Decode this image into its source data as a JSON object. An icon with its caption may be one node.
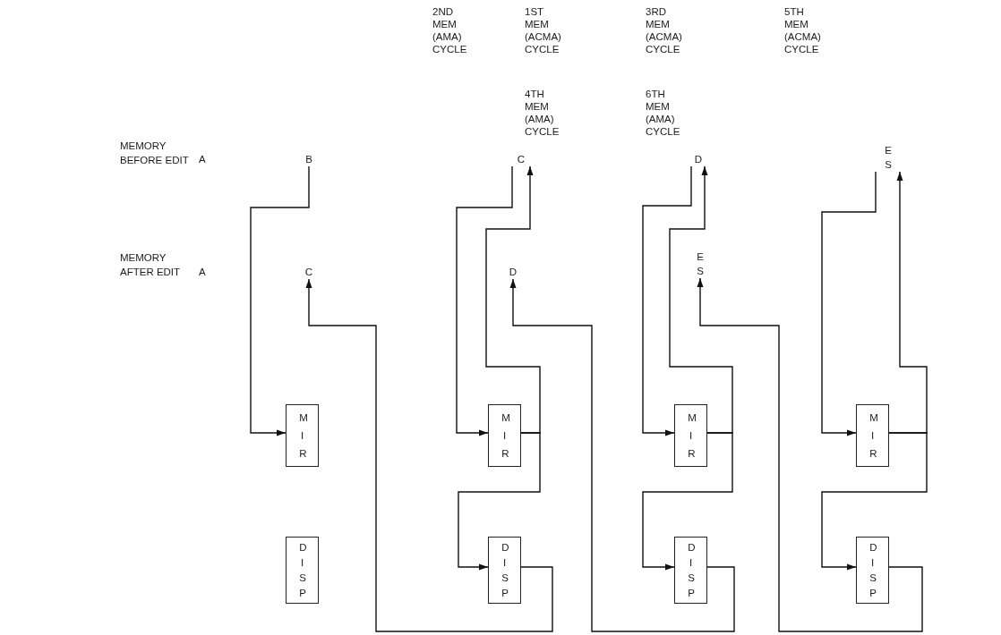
{
  "diagram": {
    "nodes": [
      {
        "text": [
          "B"
        ]
      },
      {
        "text": [
          "C"
        ]
      },
      {
        "text": [
          "D"
        ]
      },
      {
        "text": [
          "E S"
        ]
      },
      {
        "text": [
          "C"
        ]
      },
      {
        "text": [
          "D"
        ]
      },
      {
        "text": [
          "E S"
        ]
      },
      {
        "text": [
          "M I R"
        ]
      },
      {
        "text": [
          "D I S P"
        ]
      },
      {
        "text": [
          "M I R"
        ]
      },
      {
        "text": [
          "D I S P"
        ]
      },
      {
        "text": [
          "M I R"
        ]
      },
      {
        "text": [
          "D I S P"
        ]
      },
      {
        "text": [
          "M I R"
        ]
      },
      {
        "text": [
          "D I S P"
        ]
      }
    ],
    "edges": [
      {
        "from": 0,
        "to": 7,
        "arrow": "to"
      },
      {
        "from": 1,
        "to": 9,
        "arrow": "to"
      },
      {
        "from": 9,
        "to": 1,
        "arrow": "to"
      },
      {
        "from": 9,
        "to": 10,
        "arrow": "to"
      },
      {
        "from": 10,
        "to": 4,
        "arrow": "to"
      },
      {
        "from": 2,
        "to": 11,
        "arrow": "to"
      },
      {
        "from": 11,
        "to": 2,
        "arrow": "to"
      },
      {
        "from": 11,
        "to": 12,
        "arrow": "to"
      },
      {
        "from": 12,
        "to": 5,
        "arrow": "to"
      },
      {
        "from": 3,
        "to": 13,
        "arrow": "to"
      },
      {
        "from": 13,
        "to": 3,
        "arrow": "to"
      },
      {
        "from": 13,
        "to": 14,
        "arrow": "to"
      },
      {
        "from": 14,
        "to": 6,
        "arrow": "to"
      }
    ],
    "labels": [
      "2ND MEM (AMA) CYCLE",
      "1ST MEM (ACMA) CYCLE",
      "3RD MEM (ACMA) CYCLE",
      "5TH MEM (ACMA) CYCLE",
      "4TH MEM (AMA) CYCLE",
      "6TH MEM (AMA) CYCLE",
      "MEMORY BEFORE EDIT",
      "A",
      "MEMORY AFTER EDIT",
      "A"
    ]
  }
}
